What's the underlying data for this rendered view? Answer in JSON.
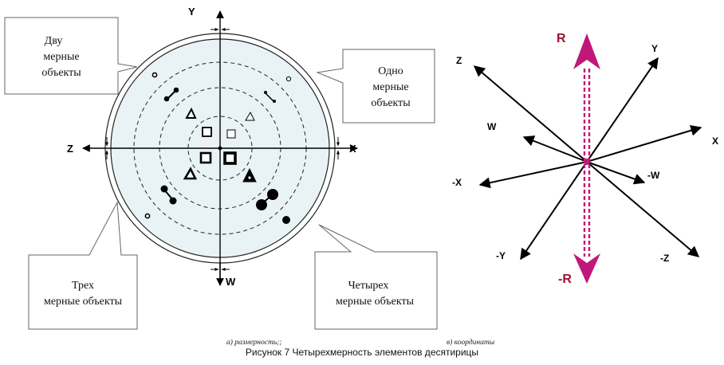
{
  "left_diagram": {
    "axes": {
      "y": "Y",
      "x": "X",
      "z": "Z",
      "w": "W"
    },
    "callouts": {
      "two_dim": [
        "Дву",
        "мерные",
        "объекты"
      ],
      "one_dim": [
        "Одно",
        "мерные",
        "объекты"
      ],
      "three_dim": [
        "Трех",
        "мерные объекты"
      ],
      "four_dim": [
        "Четырех",
        "мерные объекты"
      ]
    },
    "colors": {
      "circle_fill": "#e9f3f5",
      "line": "#000000"
    }
  },
  "right_diagram": {
    "axes": {
      "r": "R",
      "neg_r": "-R",
      "z": "Z",
      "y": "Y",
      "w": "W",
      "x": "X",
      "neg_x": "-X",
      "neg_w": "-W",
      "neg_y": "-Y",
      "neg_z": "-Z"
    },
    "colors": {
      "r_axis": "#c0177a",
      "r_label": "#a01030",
      "center": "#c0177a"
    }
  },
  "caption": {
    "sub_a": "а) размерность;;",
    "sub_b": "в) координаты",
    "title": "Рисунок 7 Четырехмерность элементов десятирицы"
  }
}
